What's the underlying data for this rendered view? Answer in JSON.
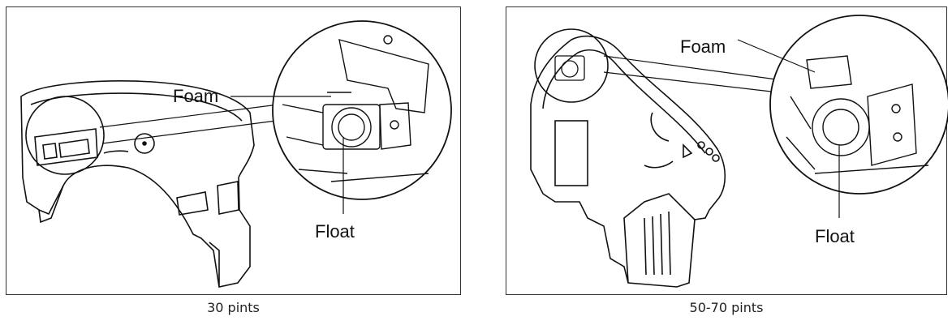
{
  "figures": [
    {
      "caption": "30 pints",
      "label_foam": "Foam",
      "label_float": "Float"
    },
    {
      "caption": "50-70 pints",
      "label_foam": "Foam",
      "label_float": "Float"
    }
  ]
}
